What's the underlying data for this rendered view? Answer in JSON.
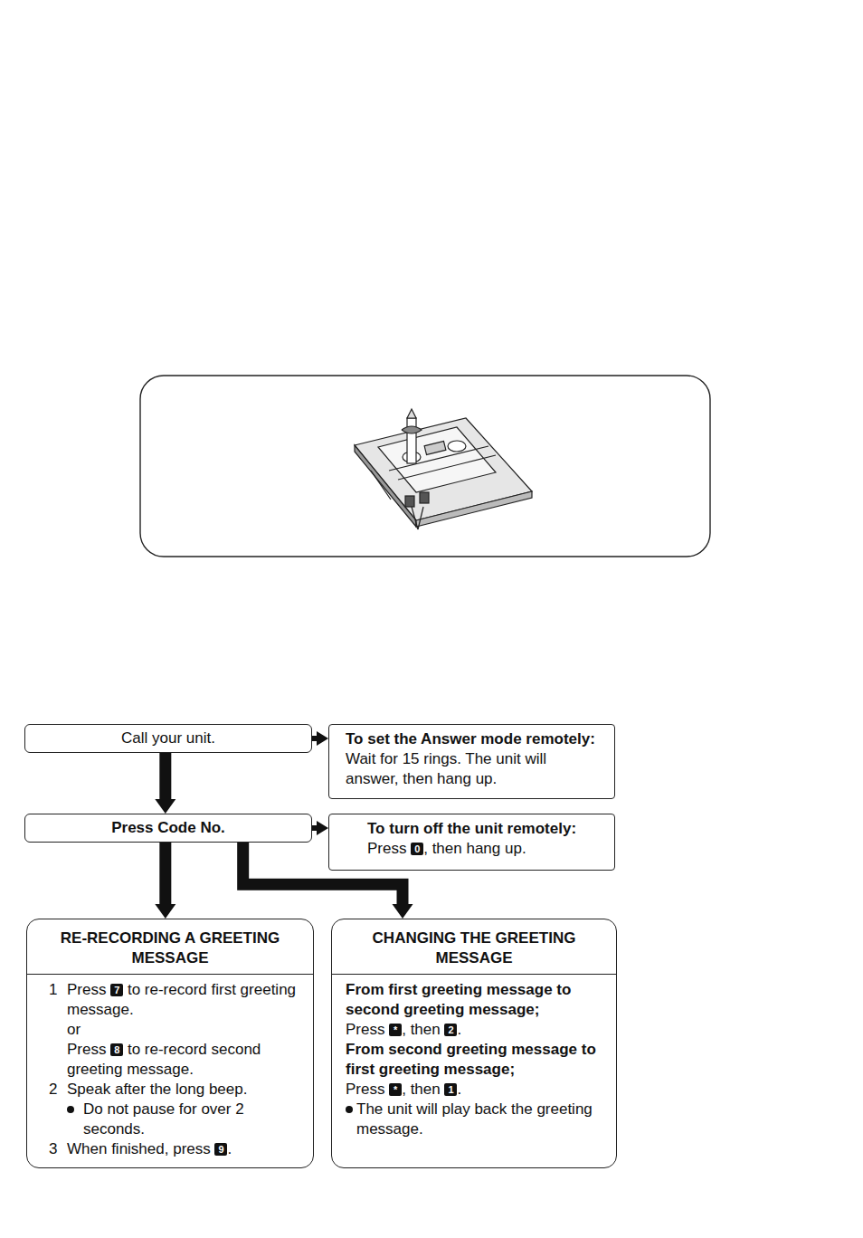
{
  "diagram": {
    "nodes": [
      {
        "text": [
          "Call your unit."
        ]
      },
      {
        "text": [
          "To set the Answer mode remotely:",
          "Wait for 15 rings. The unit will answer, then hang up."
        ]
      },
      {
        "text": [
          "Press Code No."
        ]
      },
      {
        "text": [
          "To turn off the unit remotely:",
          "Press 0, then hang up."
        ]
      },
      {
        "text": [
          "RE-RECORDING A GREETING MESSAGE",
          "1",
          "Press 7 to re-record first greeting message.",
          "or",
          "Press 8 to re-record second greeting message.",
          "2",
          "Speak after the long beep.",
          "Do not pause for over 2 seconds.",
          "3",
          "When finished, press 9."
        ]
      },
      {
        "text": [
          "CHANGING THE GREETING MESSAGE",
          "From first greeting message to second greeting message;",
          "Press *, then 2.",
          "From second greeting message to first greeting message;",
          "Press *, then 1.",
          "The unit will play back the greeting message."
        ]
      }
    ],
    "edges": [
      {
        "from": 0,
        "to": 1,
        "arrow": "to"
      },
      {
        "from": 0,
        "to": 2,
        "arrow": "to"
      },
      {
        "from": 2,
        "to": 3,
        "arrow": "to"
      },
      {
        "from": 2,
        "to": 4,
        "arrow": "to"
      },
      {
        "from": 2,
        "to": 5,
        "arrow": "to"
      }
    ]
  }
}
